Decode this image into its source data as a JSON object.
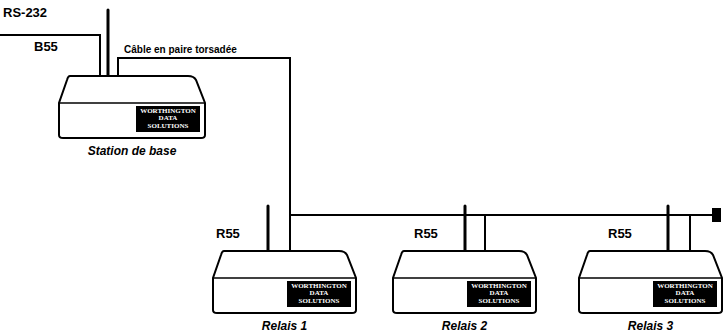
{
  "diagram": {
    "nodes": [
      {
        "text": [
          "B55",
          "WORTHINGTON DATA SOLUTIONS",
          "Station de base"
        ]
      },
      {
        "text": [
          "R55",
          "WORTHINGTON DATA SOLUTIONS",
          "Relais 1"
        ]
      },
      {
        "text": [
          "R55",
          "WORTHINGTON DATA SOLUTIONS",
          "Relais 2"
        ]
      },
      {
        "text": [
          "R55",
          "WORTHINGTON DATA SOLUTIONS",
          "Relais 3"
        ]
      }
    ],
    "edges": [
      {
        "from": 0,
        "to": 1,
        "arrow": "none",
        "label": "Câble en paire torsadée"
      },
      {
        "from": 0,
        "to": 2,
        "arrow": "none"
      },
      {
        "from": 0,
        "to": 3,
        "arrow": "none"
      }
    ],
    "labels": [
      "RS-232"
    ]
  }
}
